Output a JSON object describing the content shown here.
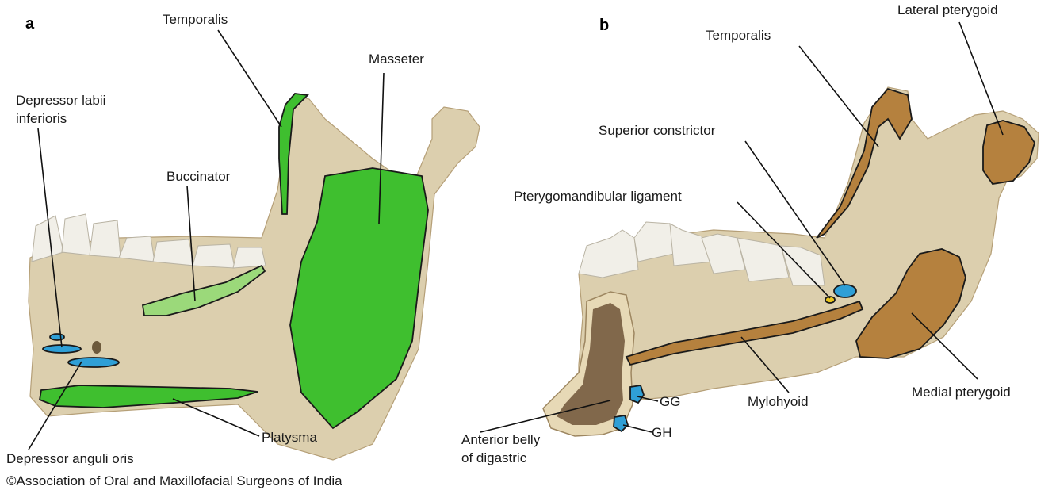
{
  "panels": {
    "a": "a",
    "b": "b"
  },
  "labels_a": {
    "temporalis": "Temporalis",
    "masseter": "Masseter",
    "depressor_labii_1": "Depressor labii",
    "depressor_labii_2": "inferioris",
    "buccinator": "Buccinator",
    "platysma": "Platysma",
    "depressor_anguli": "Depressor anguli oris"
  },
  "labels_b": {
    "temporalis": "Temporalis",
    "lateral_pterygoid": "Lateral pterygoid",
    "superior_constrictor": "Superior constrictor",
    "pterygomandibular": "Pterygomandibular ligament",
    "gg": "GG",
    "gh": "GH",
    "mylohyoid": "Mylohyoid",
    "medial_pterygoid": "Medial pterygoid",
    "anterior_belly_1": "Anterior belly",
    "anterior_belly_2": "of digastric"
  },
  "credit": "©Association of Oral and Maxillofacial Surgeons of India",
  "colors": {
    "bone": "#dccfae",
    "green_muscle": "#3fbf2f",
    "light_green_muscle": "#9bd97a",
    "brown_muscle": "#b5813e",
    "blue_attachment": "#2f9fd6",
    "yellow_attachment": "#e8c420"
  }
}
